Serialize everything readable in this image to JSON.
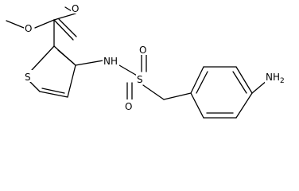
{
  "molecule": {
    "atoms": {
      "carbonyl_o": "O",
      "ester_o": "O",
      "thiophene_s": "S",
      "amide_nh": "NH",
      "sulfonyl_s": "S",
      "sulfonyl_o_top": "O",
      "sulfonyl_o_bottom": "O",
      "amine": "NH",
      "amine_sub": "2"
    }
  },
  "colors": {
    "ink": "#000000",
    "background": "#ffffff"
  }
}
